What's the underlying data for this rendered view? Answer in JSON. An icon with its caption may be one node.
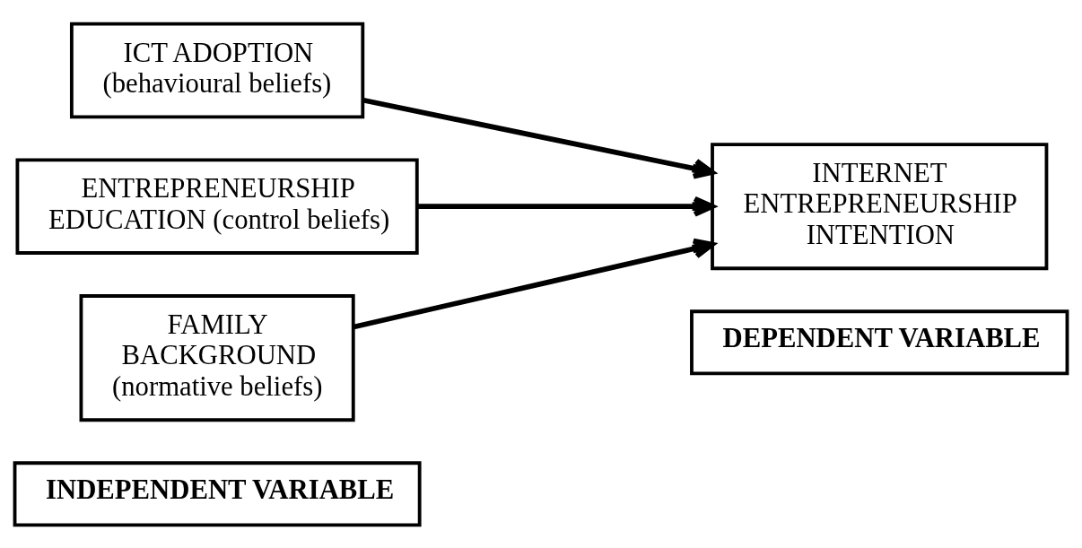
{
  "diagram": {
    "nodes": [
      {
        "text": [
          "INDEPENDENT VARIABLE"
        ]
      },
      {
        "text": [
          "DEPENDENT VARIABLE"
        ]
      },
      {
        "text": [
          "ICT ADOPTION (behavioural beliefs)"
        ]
      },
      {
        "text": [
          "ENTREPRENEURSHIP EDUCATION (control beliefs)"
        ]
      },
      {
        "text": [
          "FAMILY BACKGROUND (normative beliefs)"
        ]
      },
      {
        "text": [
          "INTERNET ENTREPRENEURSHIP INTENTION"
        ]
      }
    ],
    "edges": [
      {
        "from": 2,
        "to": 5,
        "arrow": "to"
      },
      {
        "from": 3,
        "to": 5,
        "arrow": "to"
      },
      {
        "from": 4,
        "to": 5,
        "arrow": "to"
      }
    ]
  }
}
